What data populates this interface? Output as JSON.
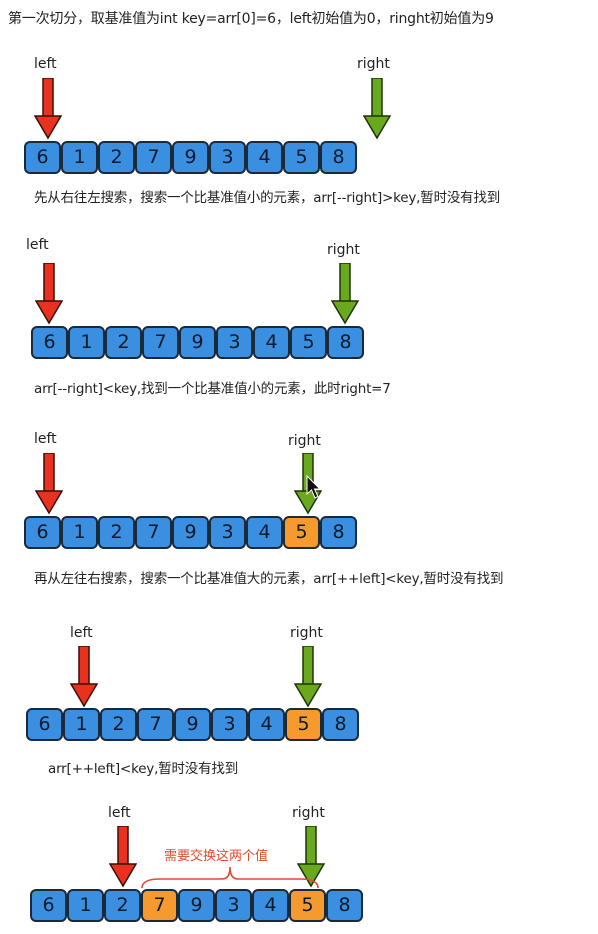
{
  "title": "第一次切分，取基准值为int key=arr[0]=6，left初始值为0，ringht初始值为9",
  "labels": {
    "left": "left",
    "right": "right"
  },
  "colors": {
    "cell": "#3b8fe0",
    "highlight": "#f79a2e",
    "left_arrow": "#e8321f",
    "right_arrow": "#6aa81e",
    "note": "#e24a2c"
  },
  "steps": [
    {
      "values": [
        6,
        1,
        2,
        7,
        9,
        3,
        4,
        5,
        8
      ],
      "highlight": [],
      "caption": "先从右往左搜索，搜索一个比基准值小的元素，arr[--right]>key,暂时没有找到"
    },
    {
      "values": [
        6,
        1,
        2,
        7,
        9,
        3,
        4,
        5,
        8
      ],
      "highlight": [],
      "caption": "arr[--right]<key,找到一个比基准值小的元素，此时right=7"
    },
    {
      "values": [
        6,
        1,
        2,
        7,
        9,
        3,
        4,
        5,
        8
      ],
      "highlight": [
        7
      ],
      "caption": "再从左往右搜索，搜索一个比基准值大的元素，arr[++left]<key,暂时没有找到"
    },
    {
      "values": [
        6,
        1,
        2,
        7,
        9,
        3,
        4,
        5,
        8
      ],
      "highlight": [
        7
      ],
      "caption": "arr[++left]<key,暂时没有找到"
    },
    {
      "values": [
        6,
        1,
        2,
        7,
        9,
        3,
        4,
        5,
        8
      ],
      "highlight": [
        3,
        7
      ],
      "note": "需要交换这两个值"
    }
  ]
}
